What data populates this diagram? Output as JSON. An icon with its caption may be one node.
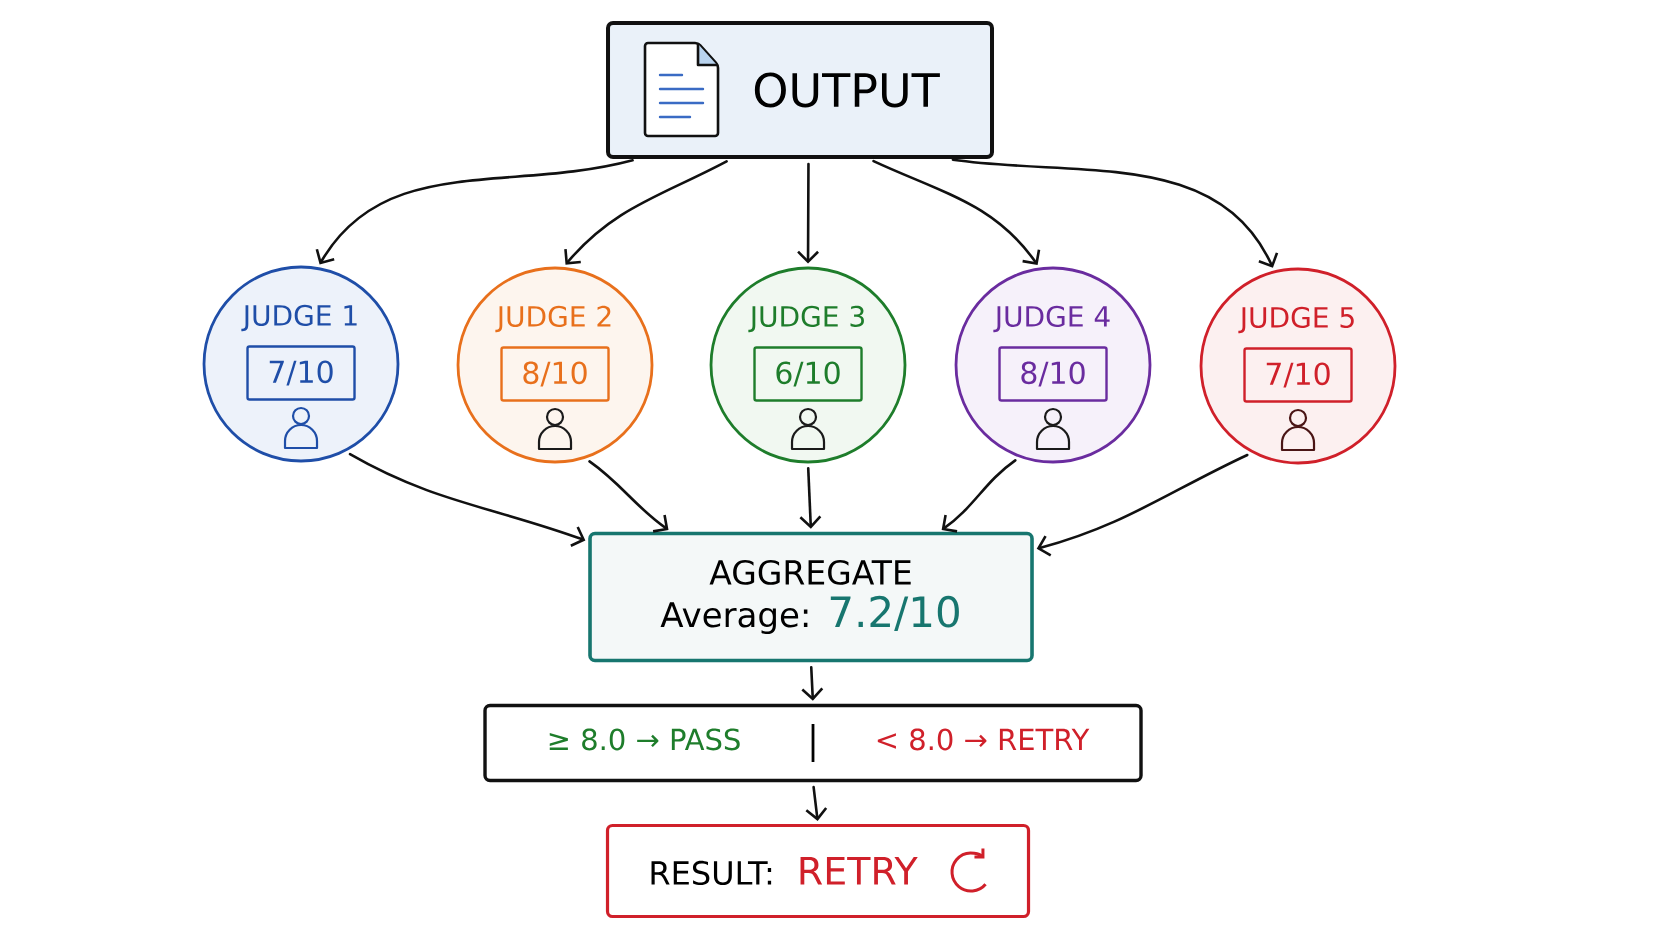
{
  "diagram": {
    "nodes": [
      {
        "text": [
          "OUTPUT"
        ]
      },
      {
        "text": [
          "JUDGE 1"
        ]
      },
      {
        "text": [
          "7/10"
        ],
        "in": 1
      },
      {
        "text": [
          "JUDGE 2"
        ]
      },
      {
        "text": [
          "8/10"
        ],
        "in": 3
      },
      {
        "text": [
          "JUDGE 3"
        ]
      },
      {
        "text": [
          "6/10"
        ],
        "in": 5
      },
      {
        "text": [
          "JUDGE 4"
        ]
      },
      {
        "text": [
          "8/10"
        ],
        "in": 7
      },
      {
        "text": [
          "JUDGE 5"
        ]
      },
      {
        "text": [
          "7/10"
        ],
        "in": 9
      },
      {
        "text": [
          "AGGREGATE",
          "Average:",
          "7.2/10"
        ]
      },
      {
        "text": [
          "≥ 8.0 → PASS",
          "< 8.0 → RETRY"
        ]
      },
      {
        "text": [
          "RESULT:",
          "RETRY"
        ]
      }
    ],
    "edges": [
      {
        "from": 0,
        "to": 1,
        "arrow": "to"
      },
      {
        "from": 0,
        "to": 3,
        "arrow": "to"
      },
      {
        "from": 0,
        "to": 5,
        "arrow": "to"
      },
      {
        "from": 0,
        "to": 7,
        "arrow": "to"
      },
      {
        "from": 0,
        "to": 9,
        "arrow": "to"
      },
      {
        "from": 1,
        "to": 11,
        "arrow": "to"
      },
      {
        "from": 3,
        "to": 11,
        "arrow": "to"
      },
      {
        "from": 5,
        "to": 11,
        "arrow": "to"
      },
      {
        "from": 7,
        "to": 11,
        "arrow": "to"
      },
      {
        "from": 9,
        "to": 11,
        "arrow": "to"
      },
      {
        "from": 11,
        "to": 12,
        "arrow": "to"
      },
      {
        "from": 12,
        "to": 13,
        "arrow": "to"
      }
    ]
  }
}
